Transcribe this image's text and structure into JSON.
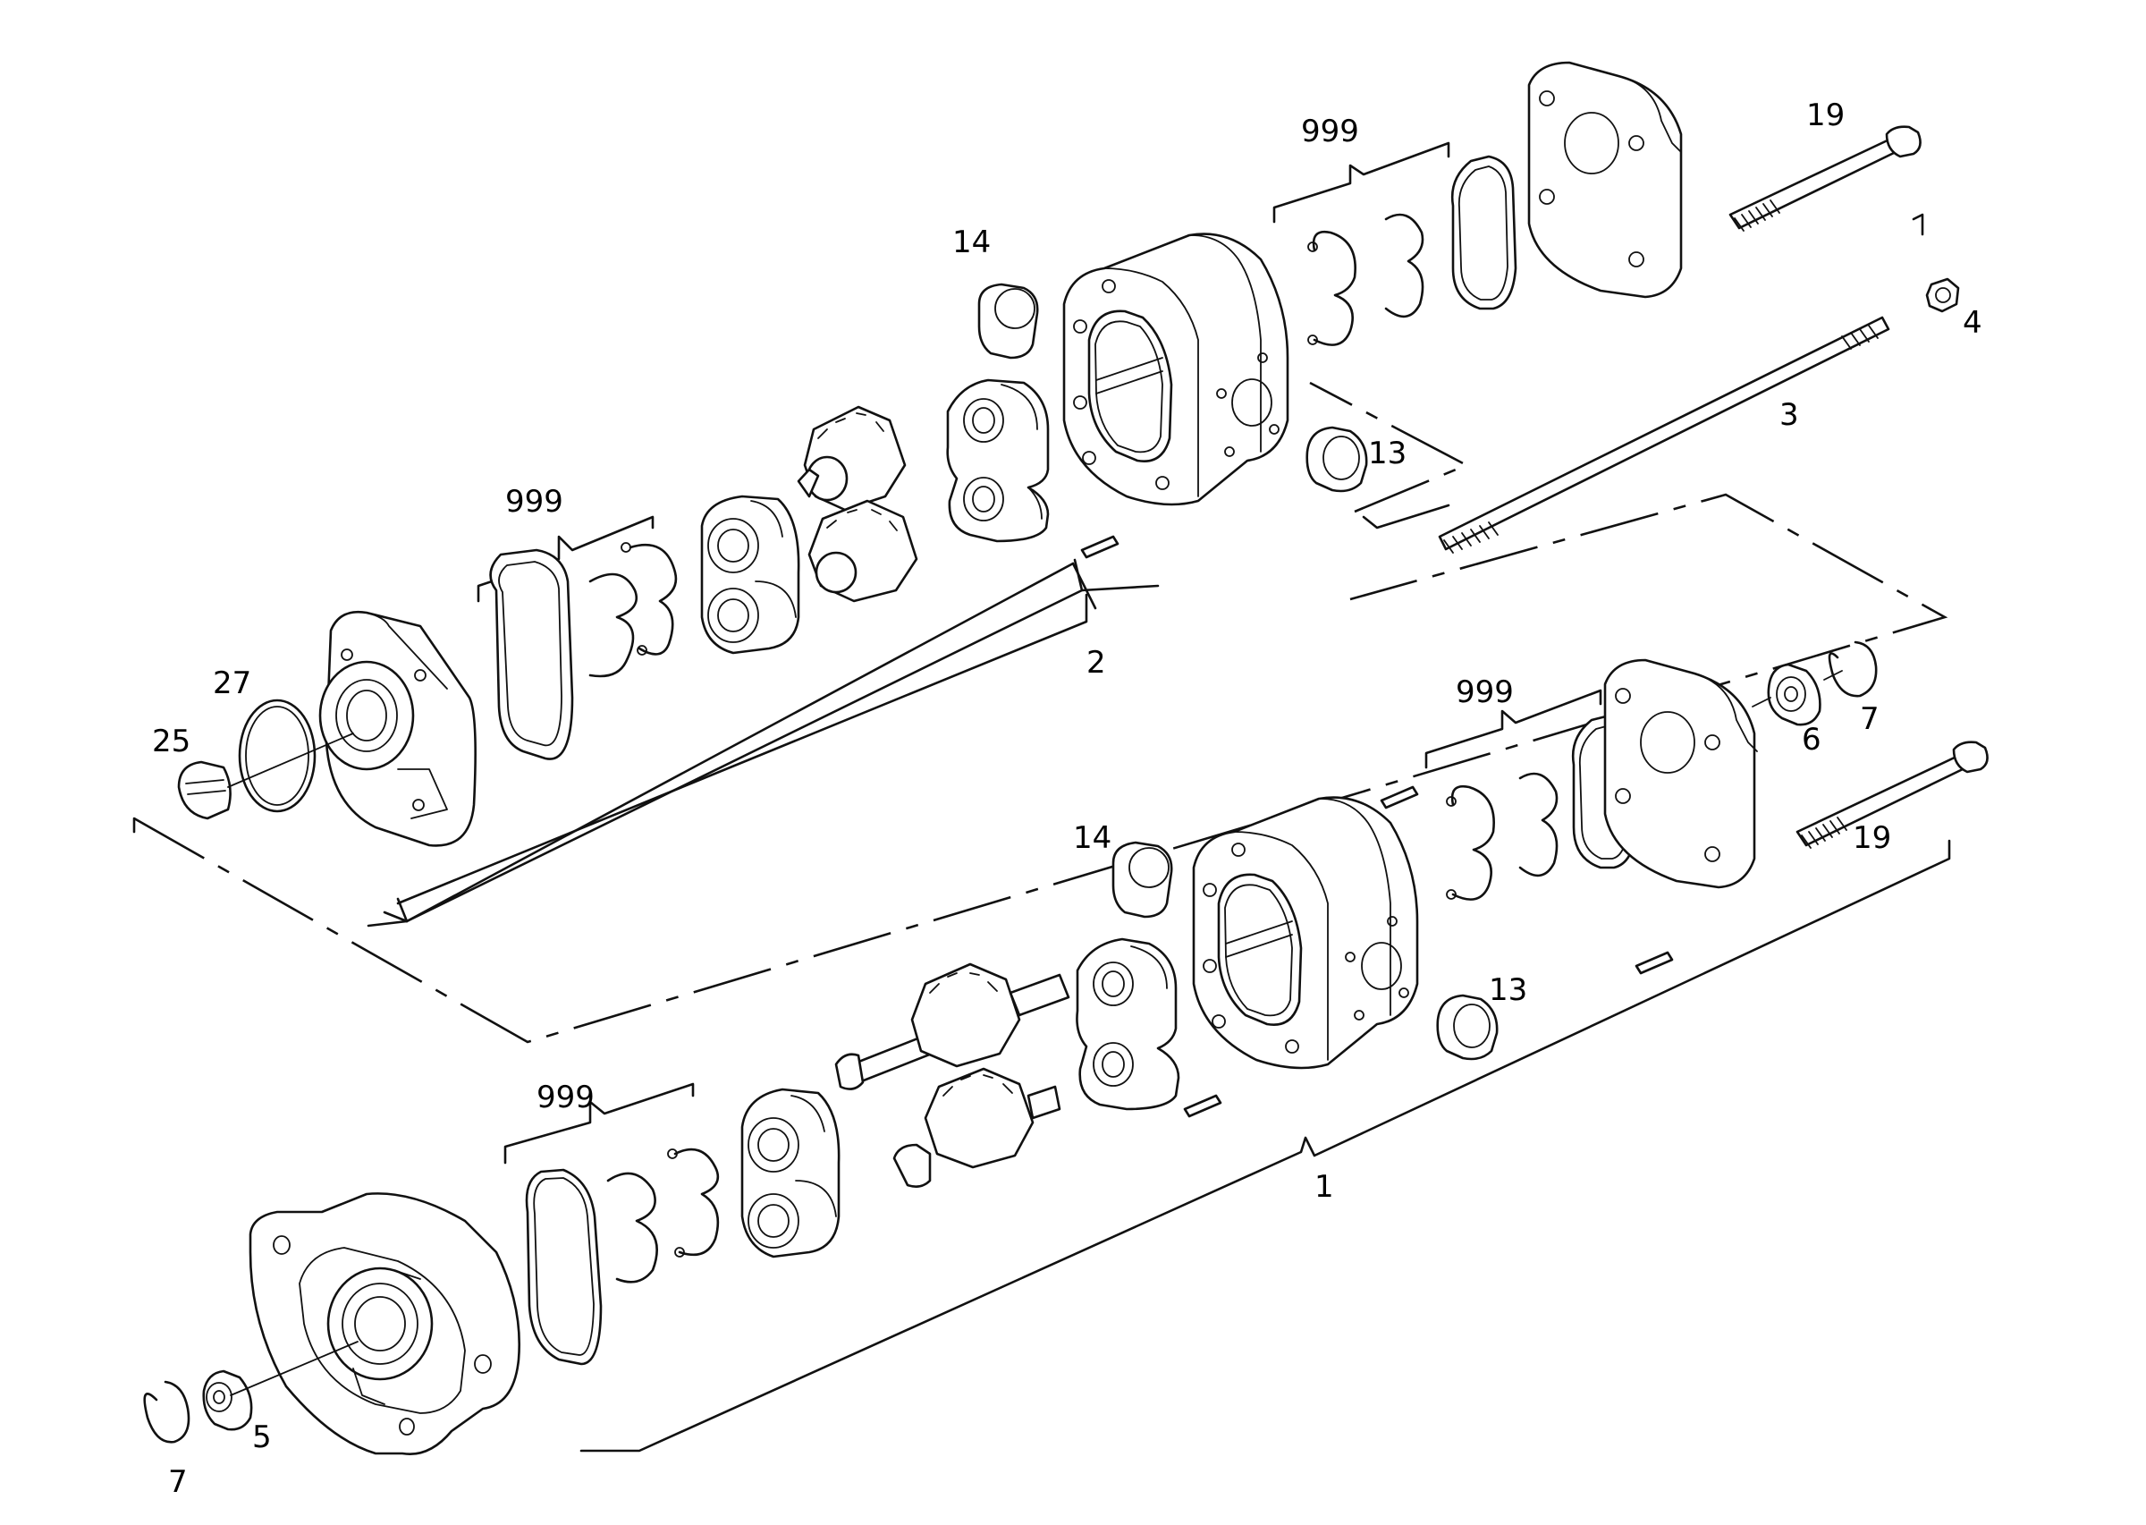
{
  "callouts": {
    "c999_top": "999",
    "c19_top": "19",
    "c14_top": "14",
    "c4": "4",
    "c13_top": "13",
    "c3": "3",
    "c999_upper_left": "999",
    "c2": "2",
    "c27": "27",
    "c25": "25",
    "c999_mid": "999",
    "c6": "6",
    "c7_right": "7",
    "c14_bottom": "14",
    "c19_bottom": "19",
    "c13_bottom": "13",
    "c999_lower_left": "999",
    "c1": "1",
    "c5": "5",
    "c7_left": "7"
  }
}
